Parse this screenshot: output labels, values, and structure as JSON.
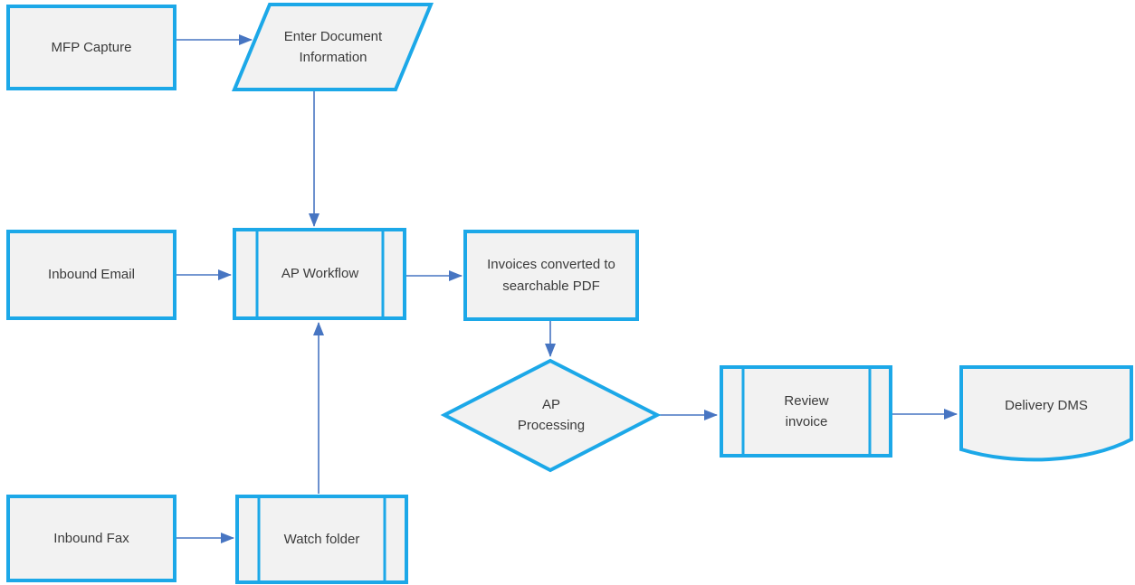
{
  "diagram": {
    "type": "flowchart",
    "colors": {
      "shape_border": "#1CA8E8",
      "shape_fill": "#F2F2F2",
      "connector": "#4775C2",
      "text": "#3B3B3B",
      "background": "#FFFFFF"
    },
    "nodes": {
      "mfp_capture": {
        "label": "MFP Capture",
        "shape": "process-rectangle"
      },
      "enter_document_information": {
        "label": "Enter Document Information",
        "shape": "data-parallelogram"
      },
      "inbound_email": {
        "label": "Inbound Email",
        "shape": "process-rectangle"
      },
      "ap_workflow": {
        "label": "AP Workflow",
        "shape": "predefined-process"
      },
      "invoices_converted": {
        "label": "Invoices converted to searchable PDF",
        "shape": "process-rectangle"
      },
      "ap_processing": {
        "label": "AP Processing",
        "shape": "decision-diamond"
      },
      "review_invoice": {
        "label": "Review invoice",
        "shape": "predefined-process"
      },
      "delivery_dms": {
        "label": "Delivery DMS",
        "shape": "document"
      },
      "inbound_fax": {
        "label": "Inbound Fax",
        "shape": "process-rectangle"
      },
      "watch_folder": {
        "label": "Watch folder",
        "shape": "predefined-process"
      }
    },
    "connections": [
      {
        "from": "mfp_capture",
        "to": "enter_document_information"
      },
      {
        "from": "enter_document_information",
        "to": "ap_workflow"
      },
      {
        "from": "inbound_email",
        "to": "ap_workflow"
      },
      {
        "from": "inbound_fax",
        "to": "watch_folder"
      },
      {
        "from": "watch_folder",
        "to": "ap_workflow"
      },
      {
        "from": "ap_workflow",
        "to": "invoices_converted"
      },
      {
        "from": "invoices_converted",
        "to": "ap_processing"
      },
      {
        "from": "ap_processing",
        "to": "review_invoice"
      },
      {
        "from": "review_invoice",
        "to": "delivery_dms"
      }
    ]
  }
}
